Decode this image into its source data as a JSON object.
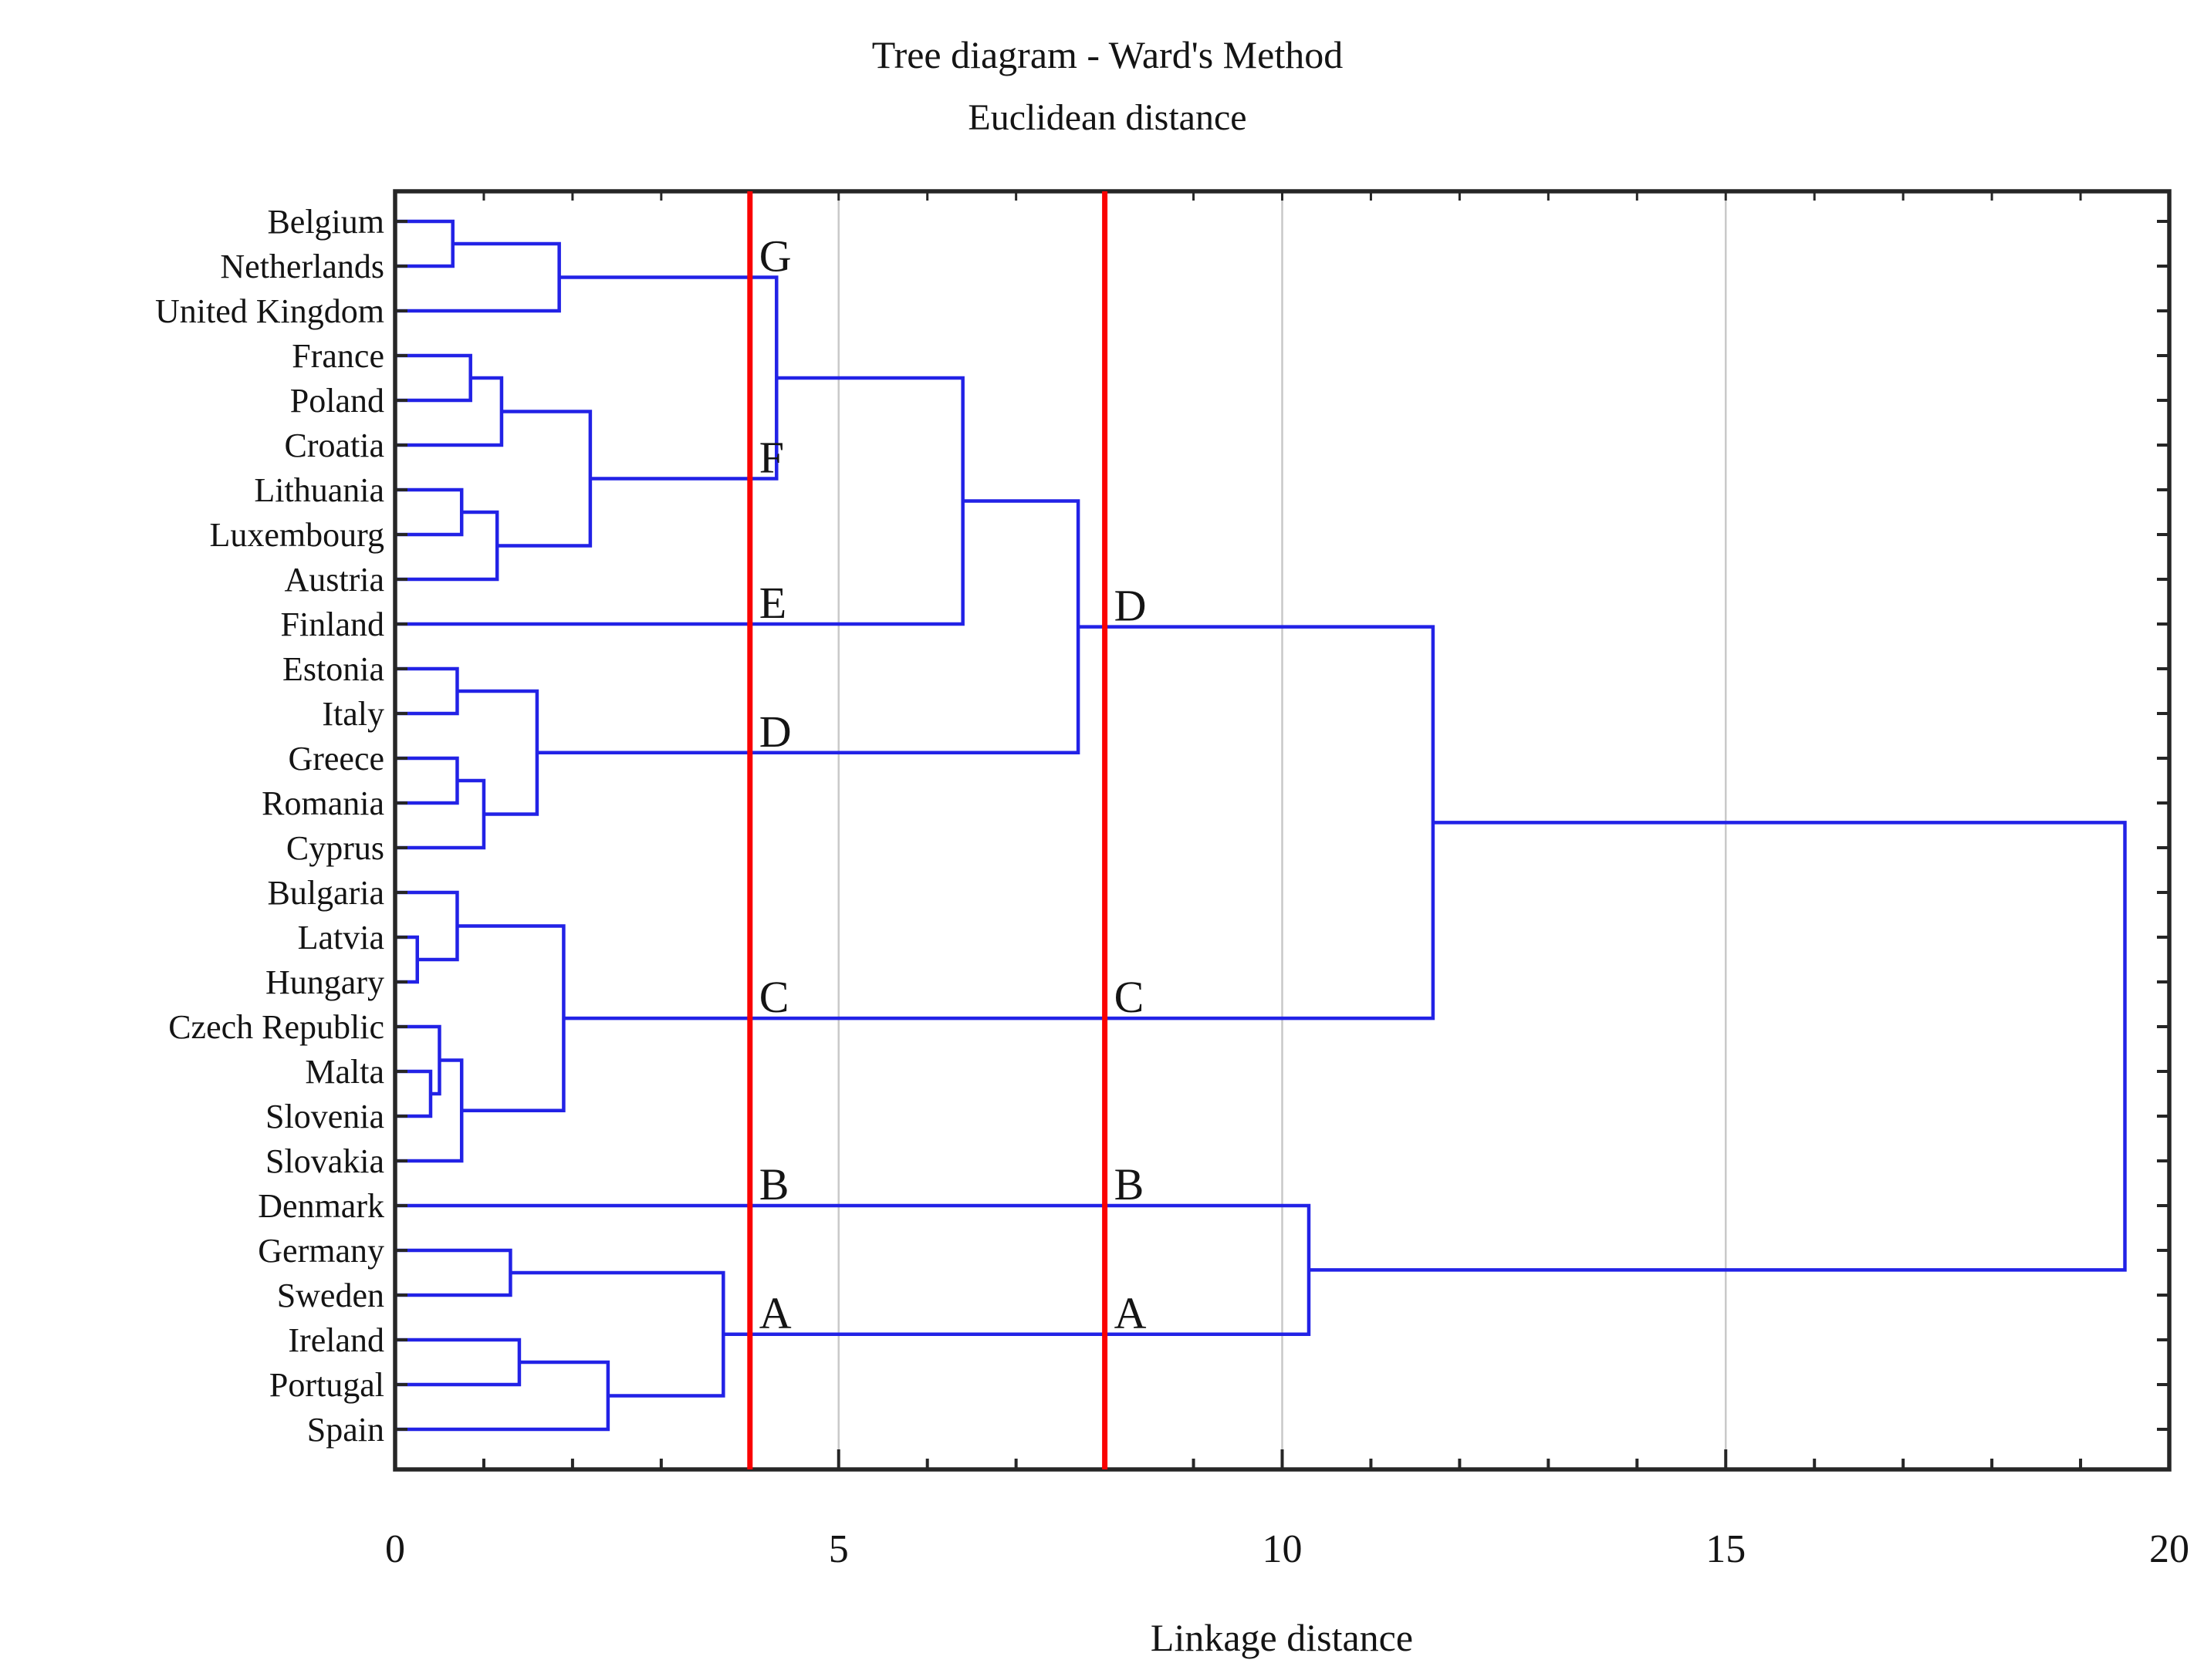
{
  "title": "Tree diagram - Ward's Method",
  "subtitle": "Euclidean distance",
  "x_axis": {
    "label": "Linkage distance",
    "min": 0,
    "max": 20,
    "major_ticks": [
      "0",
      "5",
      "10",
      "15",
      "20"
    ],
    "minor_tick_step": 1,
    "gridlines_at": [
      5,
      10,
      15
    ]
  },
  "colors": {
    "link": "#2222e6",
    "cut_line": "#fa0202",
    "border": "#262626",
    "grid": "#c9c9c9",
    "text": "#141414"
  },
  "chart_data": {
    "type": "dendrogram",
    "title": "Tree diagram - Ward's Method",
    "subtitle": "Euclidean distance",
    "xlabel": "Linkage distance",
    "xlim": [
      0,
      20
    ],
    "orientation": "horizontal-left-leaves",
    "grid": "vertical gridlines at 5, 10, 15",
    "leaves": [
      "Belgium",
      "Netherlands",
      "United Kingdom",
      "France",
      "Poland",
      "Croatia",
      "Lithuania",
      "Luxembourg",
      "Austria",
      "Finland",
      "Estonia",
      "Italy",
      "Greece",
      "Romania",
      "Cyprus",
      "Bulgaria",
      "Latvia",
      "Hungary",
      "Czech Republic",
      "Malta",
      "Slovenia",
      "Slovakia",
      "Denmark",
      "Germany",
      "Sweden",
      "Ireland",
      "Portugal",
      "Spain"
    ],
    "merges": [
      {
        "id": "m1",
        "children": [
          "Belgium",
          "Netherlands"
        ],
        "distance": 0.65
      },
      {
        "id": "m2",
        "children": [
          "m1",
          "United Kingdom"
        ],
        "distance": 1.85
      },
      {
        "id": "m3",
        "children": [
          "France",
          "Poland"
        ],
        "distance": 0.85
      },
      {
        "id": "m4",
        "children": [
          "m3",
          "Croatia"
        ],
        "distance": 1.2
      },
      {
        "id": "m5",
        "children": [
          "Lithuania",
          "Luxembourg"
        ],
        "distance": 0.75
      },
      {
        "id": "m6",
        "children": [
          "m5",
          "Austria"
        ],
        "distance": 1.15
      },
      {
        "id": "m7",
        "children": [
          "m4",
          "m6"
        ],
        "distance": 2.2
      },
      {
        "id": "m8",
        "children": [
          "m2",
          "m7"
        ],
        "distance": 4.3
      },
      {
        "id": "m9",
        "children": [
          "m8",
          "Finland"
        ],
        "distance": 6.4
      },
      {
        "id": "m10",
        "children": [
          "Estonia",
          "Italy"
        ],
        "distance": 0.7
      },
      {
        "id": "m11",
        "children": [
          "Greece",
          "Romania"
        ],
        "distance": 0.7
      },
      {
        "id": "m12",
        "children": [
          "m11",
          "Cyprus"
        ],
        "distance": 1.0
      },
      {
        "id": "m13",
        "children": [
          "m10",
          "m12"
        ],
        "distance": 1.6
      },
      {
        "id": "m14",
        "children": [
          "m9",
          "m13"
        ],
        "distance": 7.7
      },
      {
        "id": "m15",
        "children": [
          "Latvia",
          "Hungary"
        ],
        "distance": 0.25
      },
      {
        "id": "m16",
        "children": [
          "Bulgaria",
          "m15"
        ],
        "distance": 0.7
      },
      {
        "id": "m17",
        "children": [
          "Malta",
          "Slovenia"
        ],
        "distance": 0.4
      },
      {
        "id": "m18",
        "children": [
          "Czech Republic",
          "m17"
        ],
        "distance": 0.5
      },
      {
        "id": "m19",
        "children": [
          "m18",
          "Slovakia"
        ],
        "distance": 0.75
      },
      {
        "id": "m20",
        "children": [
          "m16",
          "m19"
        ],
        "distance": 1.9
      },
      {
        "id": "m21",
        "children": [
          "m14",
          "m20"
        ],
        "distance": 11.7
      },
      {
        "id": "m22",
        "children": [
          "Germany",
          "Sweden"
        ],
        "distance": 1.3
      },
      {
        "id": "m23",
        "children": [
          "Ireland",
          "Portugal"
        ],
        "distance": 1.4
      },
      {
        "id": "m24",
        "children": [
          "m23",
          "Spain"
        ],
        "distance": 2.4
      },
      {
        "id": "m25",
        "children": [
          "m22",
          "m24"
        ],
        "distance": 3.7
      },
      {
        "id": "m26",
        "children": [
          "Denmark",
          "m25"
        ],
        "distance": 10.3
      },
      {
        "id": "m27",
        "children": [
          "m21",
          "m26"
        ],
        "distance": 19.5
      }
    ],
    "cut_lines": [
      {
        "distance": 4,
        "labels": [
          {
            "text": "G",
            "cluster": "m2"
          },
          {
            "text": "F",
            "cluster": "m7"
          },
          {
            "text": "E",
            "cluster": "Finland"
          },
          {
            "text": "D",
            "cluster": "m13"
          },
          {
            "text": "C",
            "cluster": "m20"
          },
          {
            "text": "B",
            "cluster": "Denmark"
          },
          {
            "text": "A",
            "cluster": "m25"
          }
        ]
      },
      {
        "distance": 8,
        "labels": [
          {
            "text": "D",
            "cluster": "m14"
          },
          {
            "text": "C",
            "cluster": "m20"
          },
          {
            "text": "B",
            "cluster": "Denmark"
          },
          {
            "text": "A",
            "cluster": "m25"
          }
        ]
      }
    ]
  }
}
